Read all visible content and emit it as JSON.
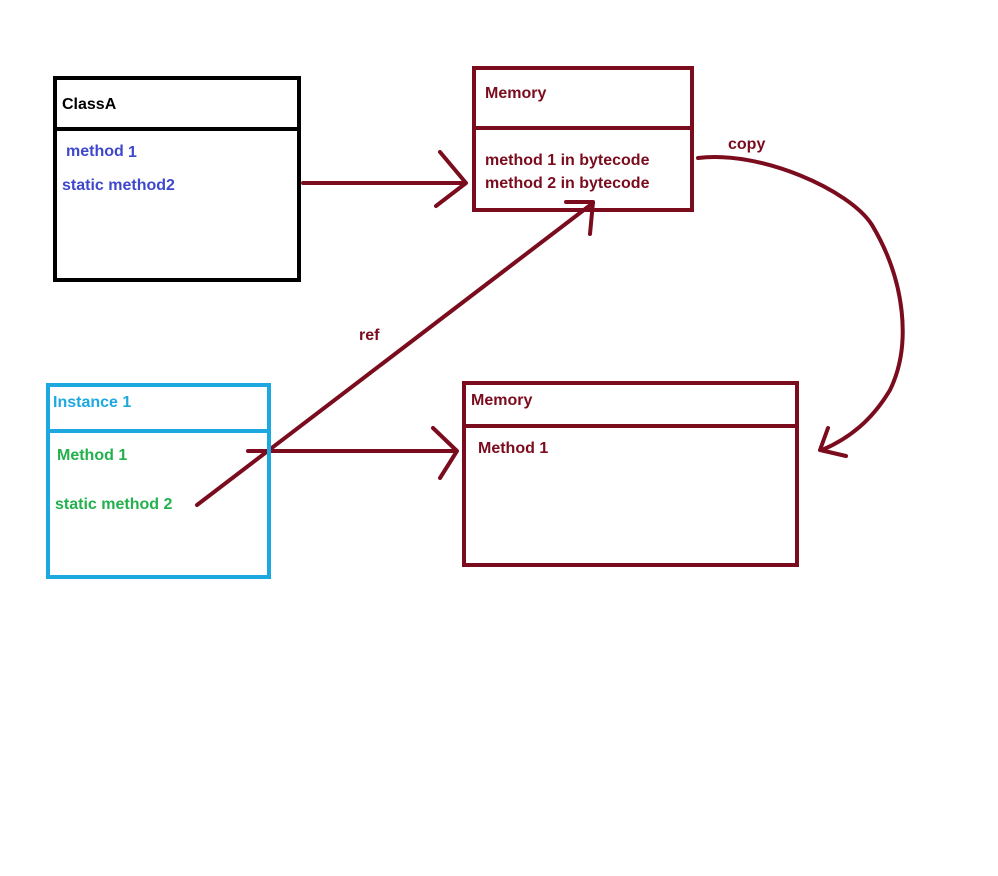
{
  "colors": {
    "classa": "#000000",
    "classa_text": "#3f48cc",
    "memory": "#7a0c1e",
    "instance": "#1ea8e0",
    "instance_title": "#1ea8e0",
    "instance_text": "#22b14c"
  },
  "classa": {
    "title": "ClassA",
    "methods": [
      "method",
      "1",
      "static method2"
    ]
  },
  "memory_top": {
    "title": "Memory",
    "lines": [
      "method 1 in bytecode",
      "method 2 in bytecode"
    ]
  },
  "memory_bottom": {
    "title": "Memory",
    "lines": [
      "Method 1"
    ]
  },
  "instance": {
    "title": "Instance 1",
    "methods": [
      "Method 1",
      "static method 2"
    ]
  },
  "labels": {
    "copy": "copy",
    "ref": "ref"
  }
}
